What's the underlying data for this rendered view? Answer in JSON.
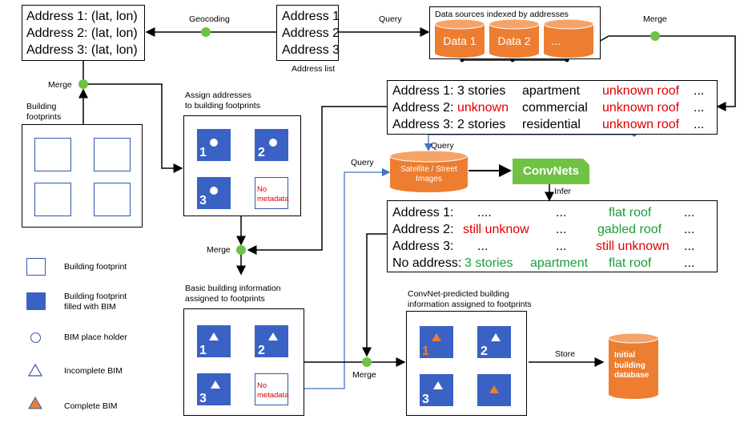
{
  "geocoded_box": {
    "lines": [
      "Address 1: (lat, lon)",
      "Address 2: (lat, lon)",
      "Address 3: (lat, lon)"
    ]
  },
  "address_list": {
    "lines": [
      "Address 1",
      "Address 2",
      "Address 3"
    ],
    "caption": "Address list"
  },
  "labels": {
    "geocoding": "Geocoding",
    "query_top": "Query",
    "merge_top_right": "Merge",
    "merge_left": "Merge",
    "building_footprints": [
      "Building",
      "footprints"
    ],
    "assign_title": [
      "Assign addresses",
      "to building footprints"
    ],
    "merge_mid": "Merge",
    "basic_info_title": [
      "Basic building information",
      "assigned to footprints"
    ],
    "query_mid": "Query",
    "query_images": "Query",
    "infer": "Infer",
    "merge_bottom": "Merge",
    "convnet_title": [
      "ConvNet-predicted building",
      "information assigned to footprints"
    ],
    "store": "Store"
  },
  "data_sources": {
    "title": "Data sources indexed by addresses",
    "items": [
      "Data 1",
      "Data 2",
      "..."
    ]
  },
  "attributes_table": {
    "rows": [
      {
        "addr": "Address 1:",
        "stories": "3 stories",
        "use": "apartment",
        "roof": "unknown roof",
        "more": "..."
      },
      {
        "addr": "Address 2:",
        "stories": "unknown",
        "use": "commercial",
        "roof": "unknown roof",
        "more": "..."
      },
      {
        "addr": "Address 3:",
        "stories": "2 stories",
        "use": "residential",
        "roof": "unknown roof",
        "more": "..."
      }
    ]
  },
  "images_db": {
    "label": [
      "Satellite / Street",
      "Images"
    ]
  },
  "convnets": {
    "label": "ConvNets"
  },
  "predicted_table": {
    "rows": [
      {
        "addr": "Address 1:",
        "c1": "....",
        "c2": "...",
        "c3": "flat roof",
        "more": "..."
      },
      {
        "addr": "Address 2:",
        "c1": "still unknow",
        "c2": "...",
        "c3": "gabled roof",
        "more": "..."
      },
      {
        "addr": "Address 3:",
        "c1": "...",
        "c2": "...",
        "c3": "still unknown",
        "more": "..."
      },
      {
        "addr": "No address:",
        "c1": "3 stories",
        "c2": "apartment",
        "c3": "flat roof",
        "more": "..."
      }
    ]
  },
  "footprint_numbers": [
    "1",
    "2",
    "3"
  ],
  "no_metadata": [
    "No",
    "metadata"
  ],
  "initial_db": {
    "label": [
      "Initial",
      "building",
      "database"
    ]
  },
  "legend": [
    {
      "icon": "empty-square",
      "label": [
        "Building footprint"
      ]
    },
    {
      "icon": "filled-square",
      "label": [
        "Building footprint",
        "filled with BIM"
      ]
    },
    {
      "icon": "circle",
      "label": [
        "BIM place holder"
      ]
    },
    {
      "icon": "triangle",
      "label": [
        "Incomplete BIM"
      ]
    },
    {
      "icon": "orange-triangle",
      "label": [
        "Complete BIM"
      ]
    }
  ],
  "colors": {
    "blue": "#3a62c4",
    "orange": "#ed7d31",
    "green": "#70c244",
    "red": "#e00000",
    "text_green": "#1a9e3a",
    "link_blue": "#4472c4"
  }
}
